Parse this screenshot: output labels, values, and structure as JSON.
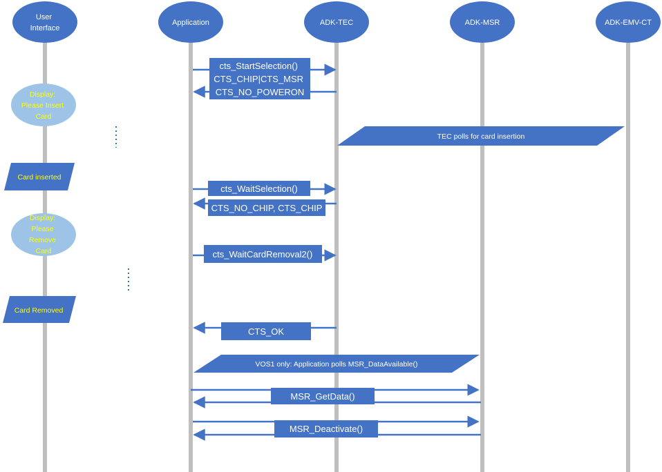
{
  "actors": [
    {
      "id": "ui",
      "lines": [
        "User",
        "Interface"
      ]
    },
    {
      "id": "app",
      "lines": [
        "Application"
      ]
    },
    {
      "id": "tec",
      "lines": [
        "ADK-TEC"
      ]
    },
    {
      "id": "msr",
      "lines": [
        "ADK-MSR"
      ]
    },
    {
      "id": "emv",
      "lines": [
        "ADK-EMV-CT"
      ]
    }
  ],
  "ui_notes": [
    {
      "id": "display-insert",
      "shape": "ellipse",
      "lines": [
        "Display:",
        "Please Insert",
        "Card"
      ]
    },
    {
      "id": "card-inserted",
      "shape": "parallelogram",
      "lines": [
        "Card inserted"
      ]
    },
    {
      "id": "display-remove",
      "shape": "ellipse",
      "lines": [
        "Display:",
        "Please",
        "Remove",
        "Card"
      ]
    },
    {
      "id": "card-removed",
      "shape": "parallelogram",
      "lines": [
        "Card Removed"
      ]
    }
  ],
  "messages": [
    {
      "id": "start-selection",
      "lines": [
        "cts_StartSelection()",
        "CTS_CHIP|CTS_MSR",
        "CTS_NO_POWERON"
      ]
    },
    {
      "id": "wait-selection",
      "lines": [
        "cts_WaitSelection()"
      ]
    },
    {
      "id": "no-chip-chip",
      "lines": [
        "CTS_NO_CHIP, CTS_CHIP"
      ]
    },
    {
      "id": "wait-card-removal",
      "lines": [
        "cts_WaitCardRemoval2()"
      ]
    },
    {
      "id": "cts-ok",
      "lines": [
        "CTS_OK"
      ]
    },
    {
      "id": "msr-getdata",
      "lines": [
        "MSR_GetData()"
      ]
    },
    {
      "id": "msr-deactivate",
      "lines": [
        "MSR_Deactivate()"
      ]
    }
  ],
  "banners": [
    {
      "id": "tec-polls",
      "text": "TEC polls for card insertion"
    },
    {
      "id": "vos1-polls",
      "text": "VOS1 only: Application polls MSR_DataAvailable()"
    }
  ],
  "colors": {
    "lifeline": "#bfbfbf",
    "actor_fill": "#4472c4",
    "box_fill": "#4472c4",
    "arrow": "#4472c4",
    "note_ellipse_fill": "#9dc3e6",
    "note_text": "#ffff00",
    "box_text": "#ffffff",
    "separator_dots": "#2e75b6"
  }
}
